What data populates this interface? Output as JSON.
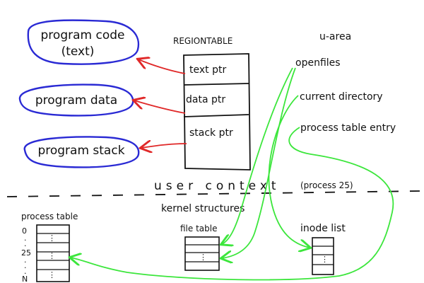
{
  "user_space": {
    "program_code_line1": "program code",
    "program_code_line2": "(text)",
    "program_data": "program data",
    "program_stack": "program stack"
  },
  "region_table": {
    "title": "REGIONTABLE",
    "rows": [
      "text ptr",
      "data ptr",
      "stack ptr"
    ]
  },
  "u_area": {
    "title": "u-area",
    "items": [
      "openfiles",
      "current directory",
      "process table entry"
    ]
  },
  "divider": {
    "label": "user context",
    "note": "(process 25)",
    "kernel_label": "kernel structures"
  },
  "kernel": {
    "process_table_title": "process table",
    "process_table_ticks": [
      "0",
      ".",
      ".",
      "25",
      ".",
      ".",
      ".",
      "N"
    ],
    "file_table_title": "file table",
    "inode_list_title": "inode list"
  },
  "colors": {
    "ink": "#111111",
    "ellipse": "#2a2ad4",
    "region_arrow": "#e02828",
    "uarea_arrow": "#3ce63c"
  }
}
